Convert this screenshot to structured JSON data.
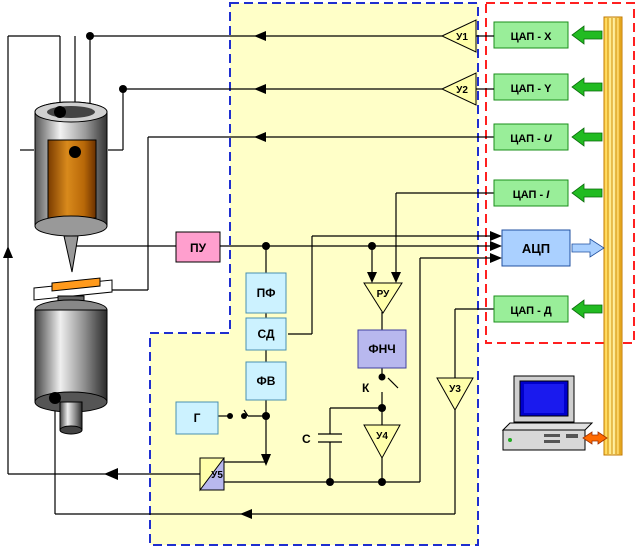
{
  "colors": {
    "ctrl_bg": "#ffffc8",
    "ctrl_border": "#1f2fcf",
    "dac_bg": "#99ee99",
    "dac_border": "#1a8f1a",
    "adc_bg": "#aad0ff",
    "pu_bg": "#ff9fce",
    "block_bg": "#ccf2ff",
    "amp_bg": "#ffffaa",
    "amp5_bg": "#b8b8ee",
    "red_border": "#ff2020",
    "arrow_green": "#22bb22",
    "bus": "#ffdd66",
    "pink_arrow": "#ff7070",
    "orange_arrow": "#ff6a00"
  },
  "dacs": {
    "x": {
      "pre": "ЦАП - ",
      "sym": "X",
      "italic": false
    },
    "y": {
      "pre": "ЦАП - ",
      "sym": "Y",
      "italic": false
    },
    "u": {
      "pre": "ЦАП - ",
      "sym": "U",
      "italic": true
    },
    "i": {
      "pre": "ЦАП - ",
      "sym": "I",
      "italic": true
    },
    "d": {
      "pre": "ЦАП - ",
      "sym": "Д",
      "italic": false
    }
  },
  "adc": "АЦП",
  "blocks": {
    "pu": "ПУ",
    "pf": "ПФ",
    "sd": "СД",
    "fv": "ФВ",
    "g": "Г",
    "fnch": "ФНЧ"
  },
  "amps": {
    "u1": "У1",
    "u2": "У2",
    "u3": "У3",
    "u4": "У4",
    "u5": "У5",
    "ru": "РУ"
  },
  "labels": {
    "k": "К",
    "c": "С"
  }
}
